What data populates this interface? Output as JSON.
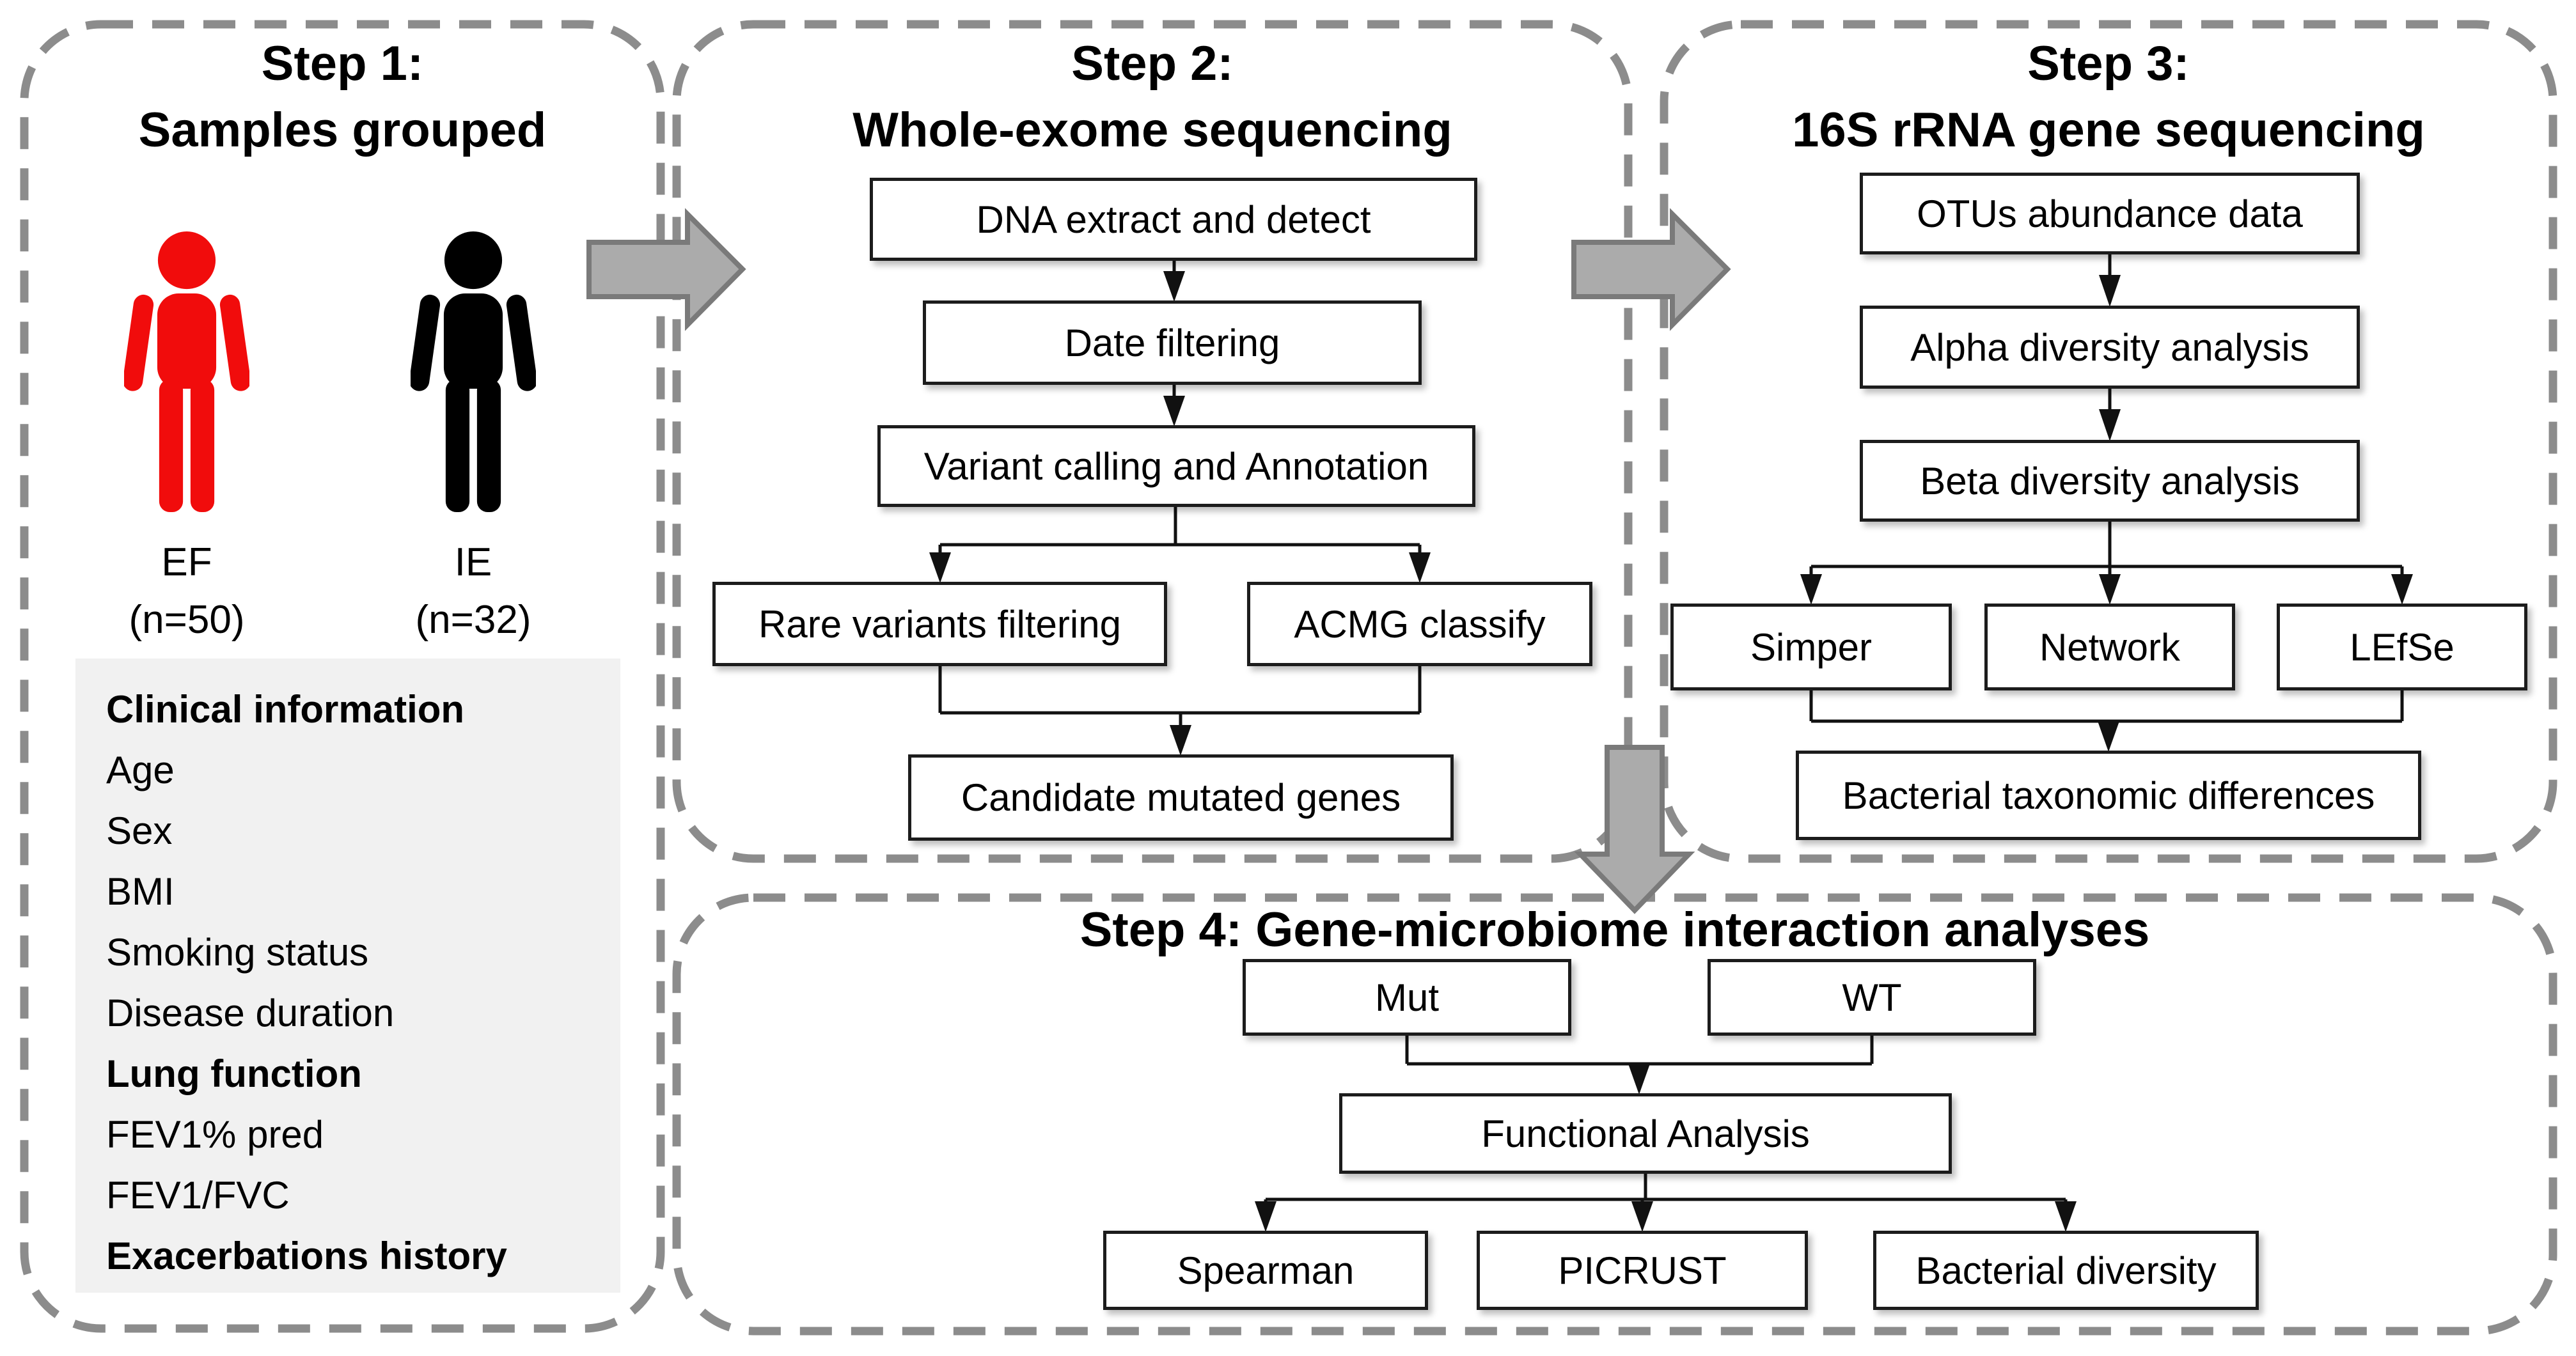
{
  "colors": {
    "group_ef": "#f10c0c",
    "group_ie": "#000000",
    "panel_dash_gray": "#8c8c8c",
    "big_arrow_fill": "#ababab",
    "big_arrow_stroke": "#7a7a7a",
    "box_border": "#1c1c1c",
    "clinical_bg": "#f1f1f1"
  },
  "step1": {
    "title": [
      "Step 1:",
      "Samples grouped"
    ],
    "groups": [
      {
        "label": "EF",
        "count": "(n=50)"
      },
      {
        "label": "IE",
        "count": "(n=32)"
      }
    ],
    "clinical": {
      "lines": [
        "Clinical information",
        "Age",
        "Sex",
        "BMI",
        "Smoking status",
        "Disease duration",
        "Lung function",
        "FEV1% pred",
        "FEV1/FVC",
        "Exacerbations history"
      ]
    }
  },
  "step2": {
    "title": [
      "Step 2:",
      "Whole-exome sequencing"
    ],
    "boxes": {
      "dna": "DNA extract and detect",
      "filtering": "Date filtering",
      "variant": "Variant calling and Annotation",
      "rare": "Rare variants filtering",
      "acmg": "ACMG classify",
      "candidate": "Candidate mutated genes"
    }
  },
  "step3": {
    "title": [
      "Step 3:",
      "16S rRNA gene sequencing"
    ],
    "boxes": {
      "otus": "OTUs abundance data",
      "alpha": "Alpha diversity analysis",
      "beta": "Beta diversity analysis",
      "simper": "Simper",
      "network": "Network",
      "lefse": "LEfSe",
      "taxdiff": "Bacterial taxonomic differences"
    }
  },
  "step4": {
    "title": "Step 4: Gene-microbiome interaction analyses",
    "boxes": {
      "mut": "Mut",
      "wt": "WT",
      "functional": "Functional Analysis",
      "spearman": "Spearman",
      "picrust": "PICRUST",
      "bacdiv": "Bacterial diversity"
    }
  }
}
